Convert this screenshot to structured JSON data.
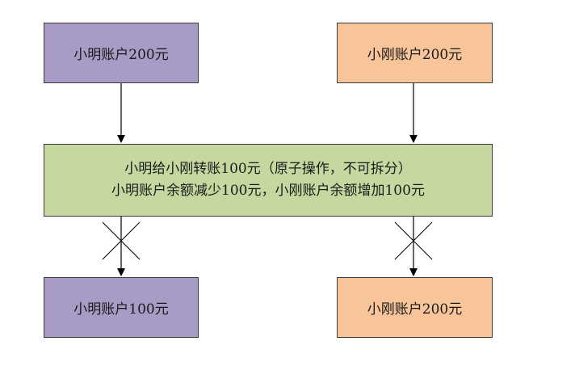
{
  "diagram": {
    "top_left_box": "小明账户200元",
    "top_right_box": "小刚账户200元",
    "middle_box": {
      "line1": "小明给小刚转账100元（原子操作，不可拆分）",
      "line2": "小明账户余额减少100元，小刚账户余额增加100元"
    },
    "bottom_left_box": "小明账户100元",
    "bottom_right_box": "小刚账户200元"
  },
  "colors": {
    "xiaoming_box": "#a89bc6",
    "xiaogang_box": "#f8c49a",
    "transfer_box": "#c5d89f",
    "border": "#3a3a3a"
  }
}
